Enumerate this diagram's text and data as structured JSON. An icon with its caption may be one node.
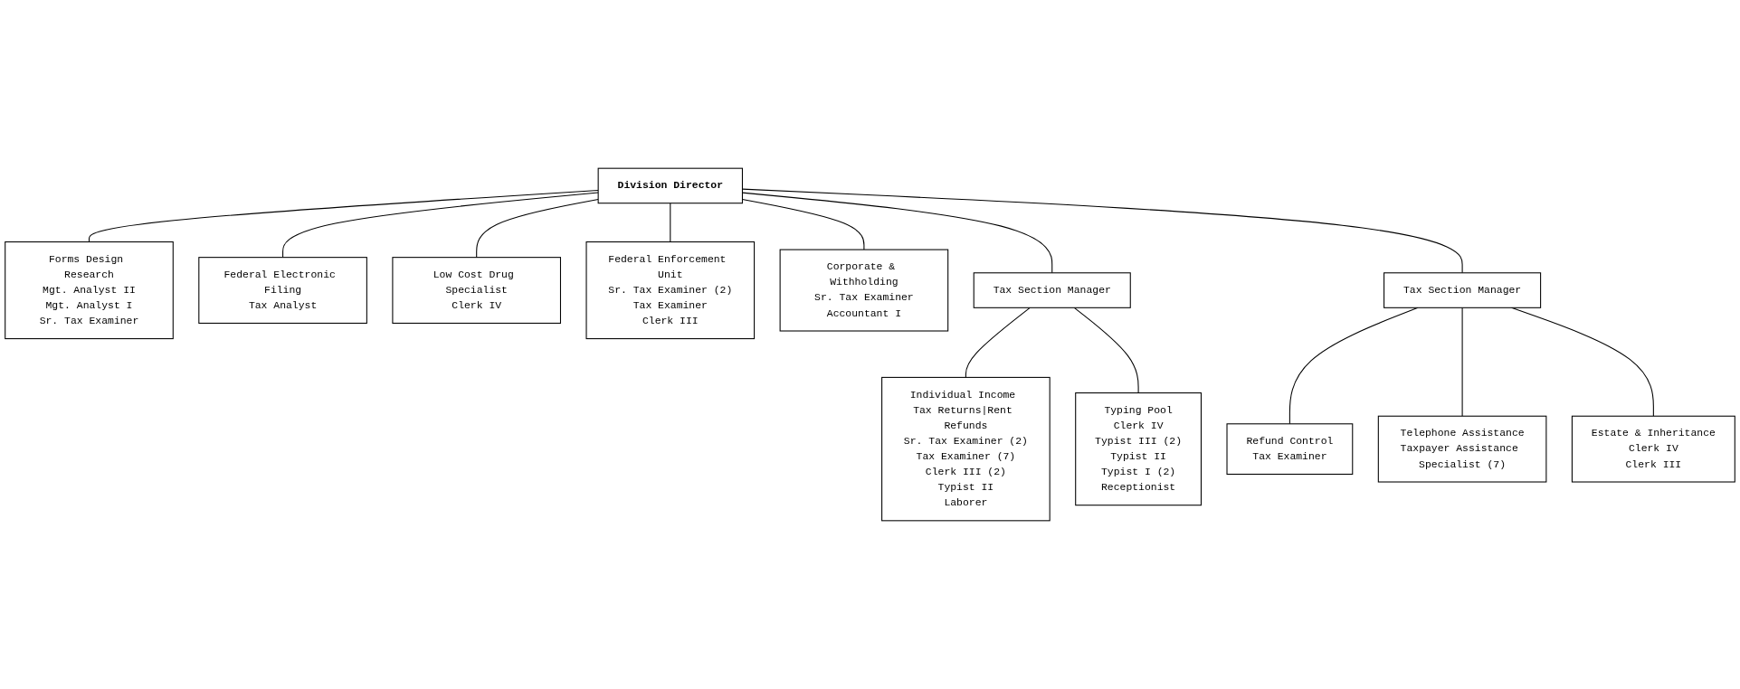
{
  "diagram": {
    "nodes": [
      {
        "text": [
          "Federal Electronic Filing",
          "Tax Analyst"
        ]
      },
      {
        "text": [
          "Division Director"
        ]
      },
      {
        "text": [
          "Low Cost Drug Specialist",
          "Clerk IV"
        ]
      },
      {
        "text": [
          "Federal Enforcement Unit",
          "Sr. Tax Examiner (2)",
          "Tax Examiner",
          "Clerk III"
        ]
      },
      {
        "text": [
          "Corporate & Withholding",
          "Sr. Tax Examiner",
          "Accountant I"
        ]
      },
      {
        "text": [
          "Tax Section Manager"
        ]
      },
      {
        "text": [
          "Tax Section Manager"
        ]
      },
      {
        "text": [
          "Refund Control",
          "Tax Examiner"
        ]
      },
      {
        "text": [
          "Forms Design Research",
          "Mgt. Analyst II",
          "Mgt. Analyst I",
          "Sr. Tax Examiner"
        ]
      },
      {
        "text": [
          "Individual Income Tax Returns|Rent Refunds",
          "Sr. Tax Examiner (2)",
          "Tax Examiner (7)",
          "Clerk III (2)",
          "Typist II",
          "Laborer"
        ]
      },
      {
        "text": [
          "Typing Pool",
          "Clerk IV",
          "Typist III (2)",
          "Typist II",
          "Typist I (2)",
          "Receptionist"
        ]
      },
      {
        "text": [
          "Telephone Assistance",
          "Taxpayer Assistance Specialist (7)"
        ]
      },
      {
        "text": [
          "Estate & Inheritance",
          "Clerk IV",
          "Clerk III"
        ]
      }
    ],
    "edges": [
      {
        "from": 1,
        "to": 0,
        "arrow": "none"
      },
      {
        "from": 1,
        "to": 2,
        "arrow": "none"
      },
      {
        "from": 1,
        "to": 3,
        "arrow": "none"
      },
      {
        "from": 1,
        "to": 4,
        "arrow": "none"
      },
      {
        "from": 1,
        "to": 5,
        "arrow": "none"
      },
      {
        "from": 1,
        "to": 6,
        "arrow": "none"
      },
      {
        "from": 1,
        "to": 8,
        "arrow": "none"
      },
      {
        "from": 6,
        "to": 7,
        "arrow": "none"
      },
      {
        "from": 5,
        "to": 9,
        "arrow": "none"
      },
      {
        "from": 5,
        "to": 10,
        "arrow": "none"
      },
      {
        "from": 6,
        "to": 11,
        "arrow": "none"
      },
      {
        "from": 6,
        "to": 12,
        "arrow": "none"
      }
    ]
  }
}
